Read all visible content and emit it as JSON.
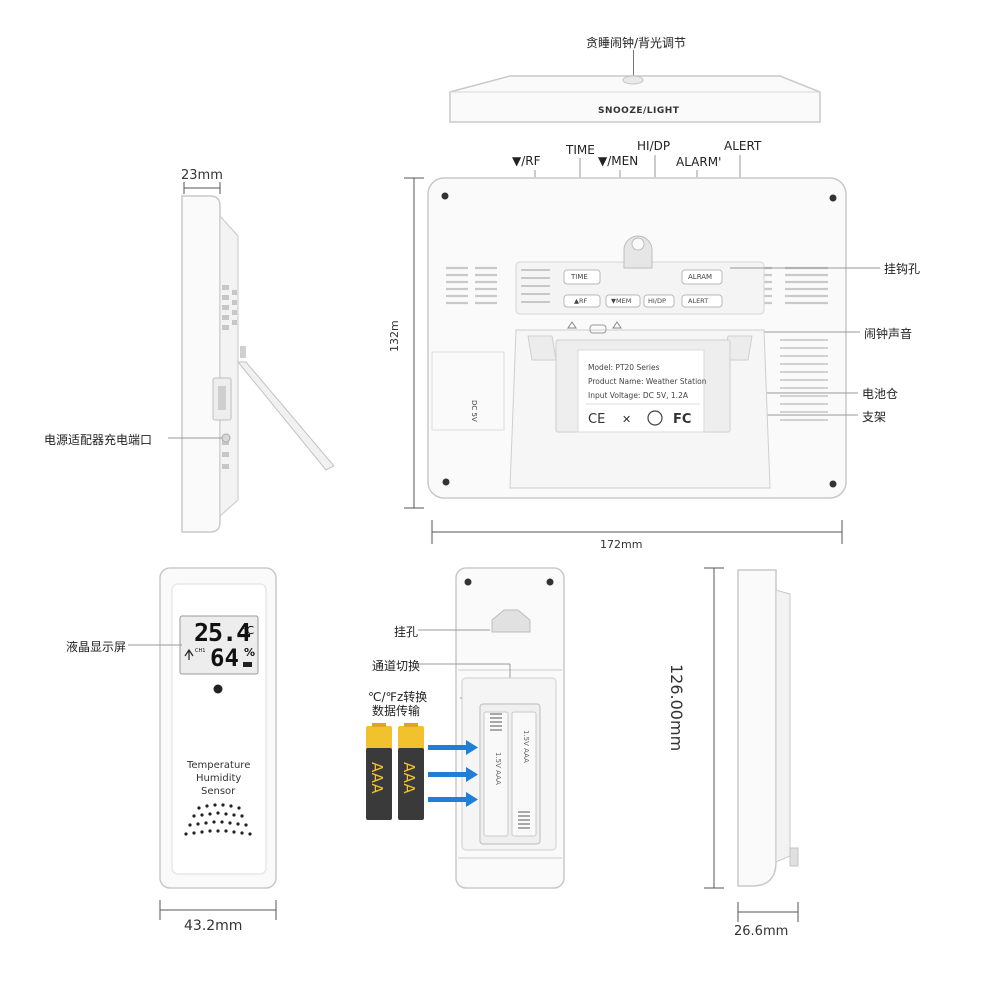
{
  "top_view": {
    "label_cn": "贪睡闹钟/背光调节",
    "device_text": "SNOOZE/LIGHT"
  },
  "back_view": {
    "button_labels_top": [
      "▼/RF",
      "TIME",
      "▼/MEN",
      "HI/DP",
      "ALARM'",
      "ALERT"
    ],
    "buttons": {
      "time": "TIME",
      "alarm": "ALRAM",
      "rf": "▲RF",
      "mem": "▼MEM",
      "hidp": "HI/DP",
      "alert": "ALERT"
    },
    "callouts": {
      "hook_hole": "挂钩孔",
      "alarm_sound": "闹钟声音",
      "battery": "电池仓",
      "stand": "支架"
    },
    "plate": {
      "model": "Model: PT20 Series",
      "product": "Product Name: Weather Station",
      "voltage": "Input Voltage: DC 5V, 1.2A"
    },
    "dc_text": "DC 5V",
    "width_label": "172mm",
    "height_label": "132m"
  },
  "side_view": {
    "depth_label": "23mm",
    "port_label": "电源适配器充电端口"
  },
  "sensor_front": {
    "lcd_label": "液晶显示屏",
    "temp": "25.4",
    "temp_unit": "℃",
    "hum": "64",
    "hum_unit": "%",
    "ch_label": "CH1",
    "name_line1": "Temperature",
    "name_line2": "Humidity",
    "name_line3": "Sensor",
    "width_label": "43.2mm"
  },
  "sensor_back": {
    "hang_hole": "挂孔",
    "channel_switch": "通道切换",
    "unit_switch": "℃/℉z转换",
    "data_tx": "数据传输",
    "battery_type": "AAA",
    "battery_slot_text": "1.5V AAA"
  },
  "sensor_side": {
    "height_label": "126.00mm",
    "depth_label": "26.6mm"
  },
  "colors": {
    "battery_yellow": "#f2c12e",
    "battery_body": "#3a3a3a",
    "arrow_blue": "#1f7fd6"
  }
}
